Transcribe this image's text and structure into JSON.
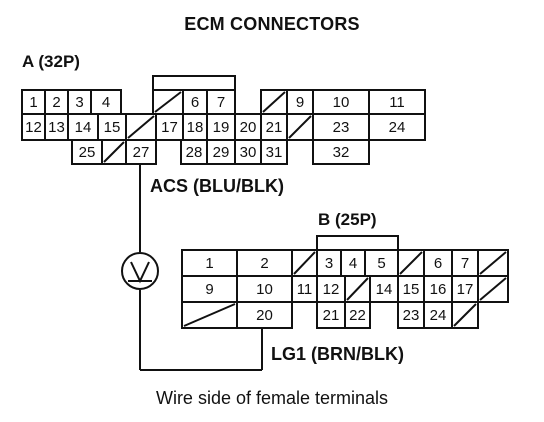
{
  "title": "ECM CONNECTORS",
  "connector_a": {
    "label": "A (32P)",
    "pins": [
      "1",
      "2",
      "3",
      "4",
      "6",
      "7",
      "9",
      "10",
      "11",
      "12",
      "13",
      "14",
      "15",
      "17",
      "18",
      "19",
      "20",
      "21",
      "23",
      "24",
      "25",
      "27",
      "28",
      "29",
      "30",
      "31",
      "32"
    ]
  },
  "connector_b": {
    "label": "B (25P)",
    "pins": [
      "1",
      "2",
      "3",
      "4",
      "5",
      "6",
      "7",
      "9",
      "10",
      "11",
      "12",
      "14",
      "15",
      "16",
      "17",
      "20",
      "21",
      "22",
      "23",
      "24"
    ]
  },
  "wire_acs": "ACS (BLU/BLK)",
  "wire_lg1": "LG1 (BRN/BLK)",
  "caption": "Wire side of female terminals"
}
